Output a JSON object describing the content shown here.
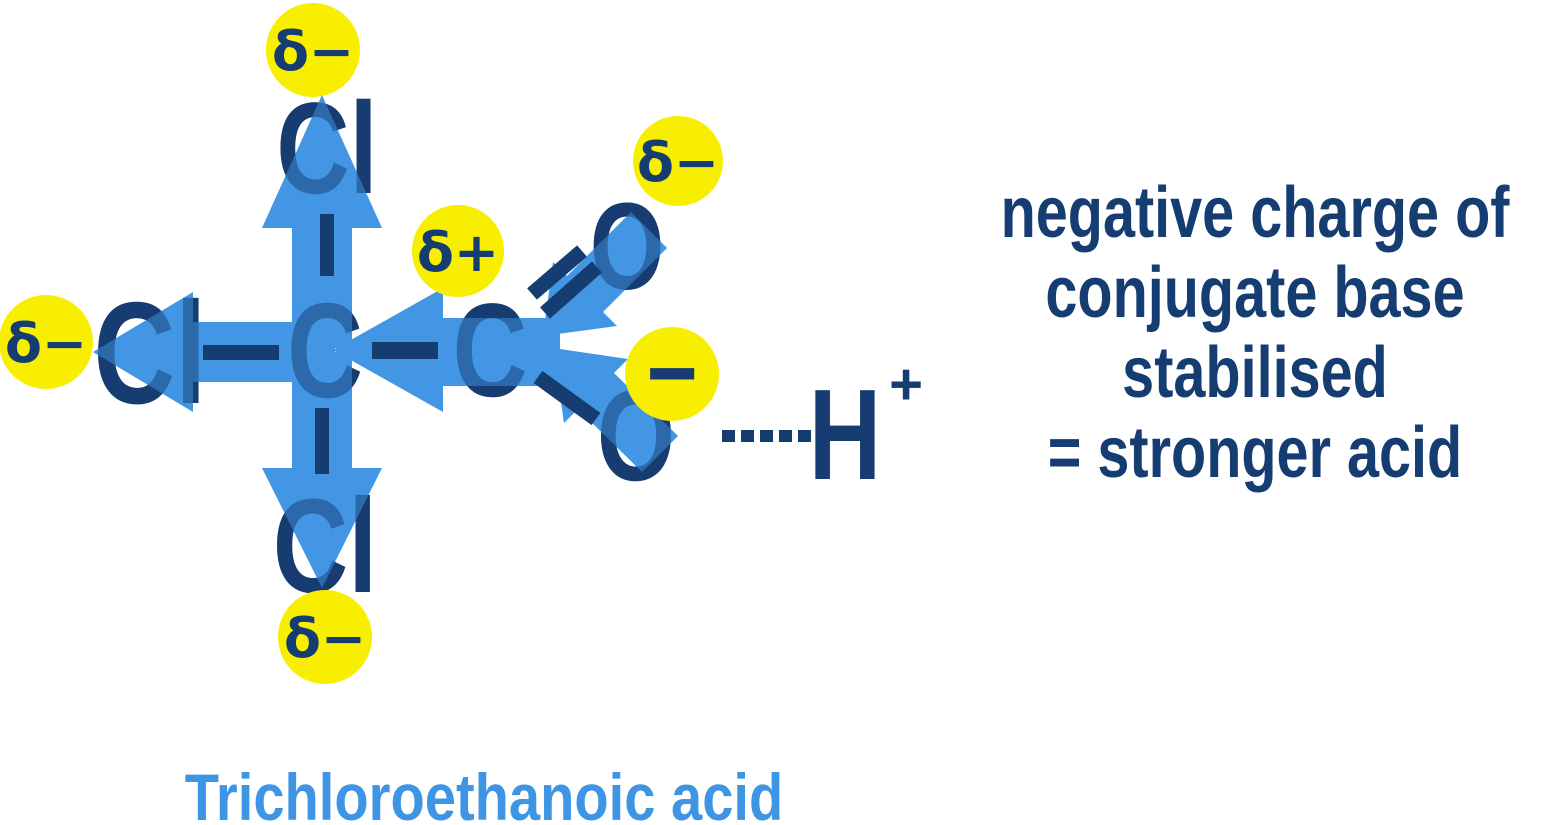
{
  "colors": {
    "navy": "#163d72",
    "arrow_blue": "#4296e3",
    "highlight_yellow": "#f8ee00",
    "title_blue": "#3e95e4",
    "background": "#ffffff"
  },
  "title": {
    "label": "Trichloroethanoic acid"
  },
  "annotation": {
    "lines": [
      "negative charge of",
      "conjugate base",
      "stabilised",
      "= stronger acid"
    ]
  },
  "molecule": {
    "atoms": {
      "cl_top": {
        "symbol": "Cl",
        "partial_charge": "δ−"
      },
      "cl_left": {
        "symbol": "Cl",
        "partial_charge": "δ−"
      },
      "cl_bottom": {
        "symbol": "Cl",
        "partial_charge": "δ−"
      },
      "c_alpha": {
        "symbol": "C"
      },
      "c_carboxyl": {
        "symbol": "C",
        "partial_charge": "δ+"
      },
      "o_carbonyl": {
        "symbol": "O",
        "partial_charge": "δ−"
      },
      "o_ionised": {
        "symbol": "O",
        "charge": "−"
      },
      "h_proton": {
        "symbol": "H",
        "charge": "+"
      }
    }
  }
}
